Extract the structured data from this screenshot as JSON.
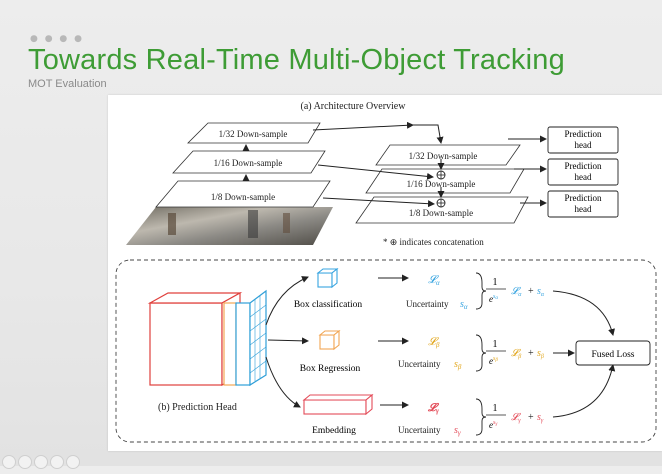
{
  "slide": {
    "title": "Towards Real-Time Multi-Object Tracking",
    "subtitle": "MOT Evaluation",
    "dots": "● ● ● ●"
  },
  "colors": {
    "title_green": "#3e9c35",
    "red": "#e0403c",
    "orange": "#f2a654",
    "blue": "#2f9fd8",
    "yellow": "#e2a71e",
    "light_blue": "#37a4e0",
    "pink_red": "#e34b58"
  },
  "architecture": {
    "caption": "(a) Architecture Overview",
    "left_layers": [
      "1/32 Down-sample",
      "1/16 Down-sample",
      "1/8 Down-sample"
    ],
    "right_layers": [
      "1/32 Down-sample",
      "1/16 Down-sample",
      "1/8 Down-sample"
    ],
    "heads": [
      {
        "line1": "Prediction",
        "line2": "head"
      },
      {
        "line1": "Prediction",
        "line2": "head"
      },
      {
        "line1": "Prediction",
        "line2": "head"
      }
    ],
    "note_prefix": "* ",
    "note_symbol": "⊕",
    "note_text": " indicates concatenation"
  },
  "prediction_head": {
    "caption": "(b) Prediction Head",
    "branches": [
      {
        "name": "Box classification",
        "loss": "𝓛",
        "sub": "α",
        "uncertainty_label": "Uncertainty",
        "s_sub": "α"
      },
      {
        "name": "Box Regression",
        "loss": "𝓛",
        "sub": "β",
        "uncertainty_label": "Uncertainty",
        "s_sub": "β"
      },
      {
        "name": "Embedding",
        "loss": "𝓛",
        "sub": "γ",
        "uncertainty_label": "Uncertainty",
        "s_sub": "γ"
      }
    ],
    "fraction_numerator": "1",
    "exp_base": "e",
    "s_letter": "s",
    "plus": "+",
    "fused": "Fused Loss"
  }
}
